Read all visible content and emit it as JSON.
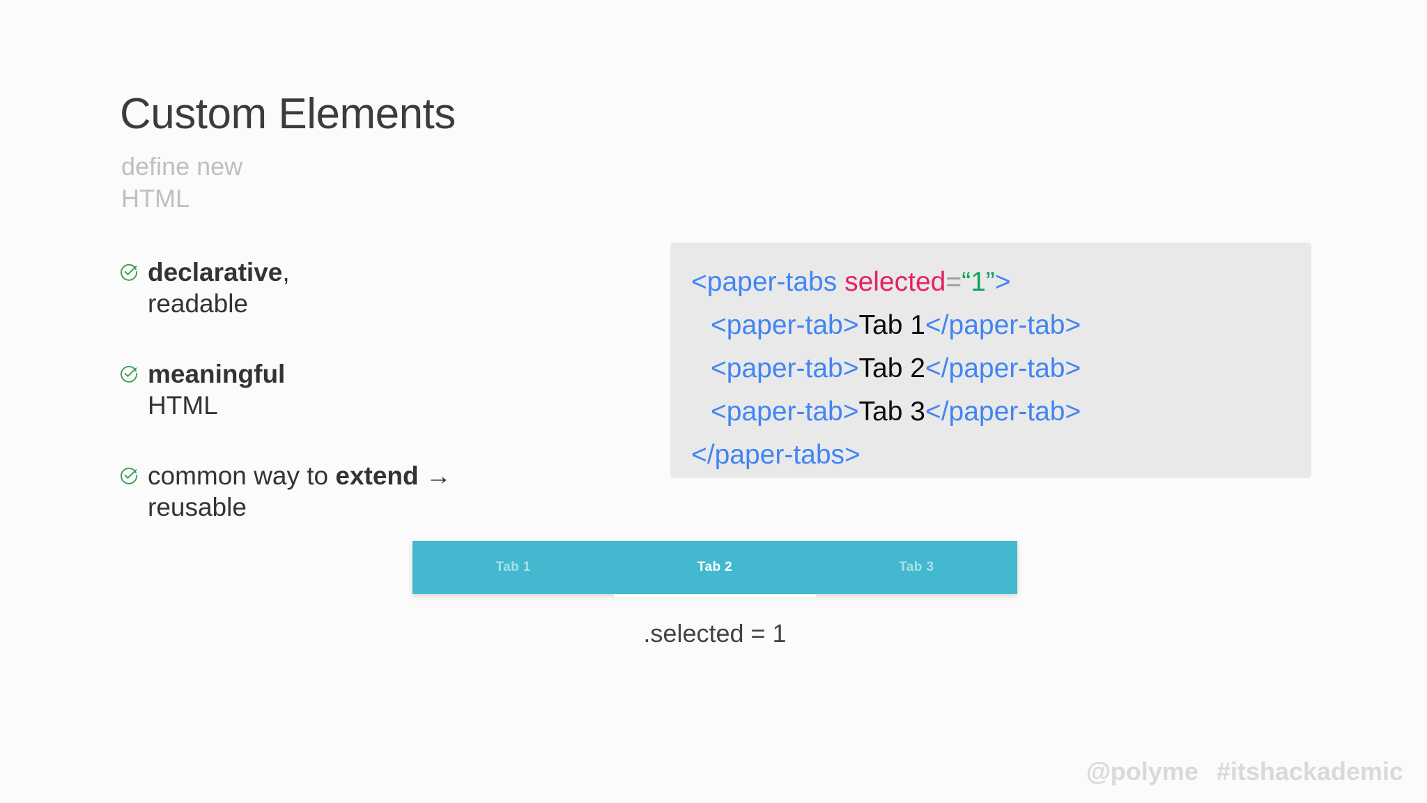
{
  "slide": {
    "title": "Custom Elements",
    "subtitle_lines": [
      "define new",
      "HTML"
    ],
    "bullets": [
      {
        "icon": "check-circle-icon",
        "lead": "declarative",
        "tail": ",",
        "line2": "readable"
      },
      {
        "icon": "check-circle-icon",
        "lead": "meaningful",
        "tail": "",
        "line2": "HTML"
      },
      {
        "icon": "check-circle-icon",
        "pre": "common way to ",
        "lead": "extend",
        "tail": " →",
        "line2": "reusable"
      }
    ]
  },
  "code_block": {
    "lines": [
      {
        "indent": false,
        "parts": [
          {
            "t": "tag",
            "s": "<paper-tabs "
          },
          {
            "t": "attr",
            "s": "selected"
          },
          {
            "t": "eq",
            "s": "="
          },
          {
            "t": "val",
            "s": "“1”"
          },
          {
            "t": "tag",
            "s": ">"
          }
        ]
      },
      {
        "indent": true,
        "parts": [
          {
            "t": "tag",
            "s": "<paper-tab>"
          },
          {
            "t": "txt",
            "s": "Tab 1"
          },
          {
            "t": "tag",
            "s": "</paper-tab>"
          }
        ]
      },
      {
        "indent": true,
        "parts": [
          {
            "t": "tag",
            "s": "<paper-tab>"
          },
          {
            "t": "txt",
            "s": "Tab 2"
          },
          {
            "t": "tag",
            "s": "</paper-tab>"
          }
        ]
      },
      {
        "indent": true,
        "parts": [
          {
            "t": "tag",
            "s": "<paper-tab>"
          },
          {
            "t": "txt",
            "s": "Tab 3"
          },
          {
            "t": "tag",
            "s": "</paper-tab>"
          }
        ]
      },
      {
        "indent": false,
        "parts": [
          {
            "t": "tag",
            "s": "</paper-tabs>"
          }
        ]
      }
    ]
  },
  "tabs_demo": {
    "tabs": [
      {
        "label": "Tab 1",
        "selected": false
      },
      {
        "label": "Tab 2",
        "selected": true
      },
      {
        "label": "Tab 3",
        "selected": false
      }
    ],
    "caption": ".selected = 1",
    "accent_color": "#43b8ce"
  },
  "footer": {
    "handle": "@polyme",
    "hashtag": "#itshackademic"
  },
  "colors": {
    "background": "#fbfbfb",
    "title": "#3c3c3c",
    "subtitle": "#bfbfbf",
    "bullet_text": "#333333",
    "check_green": "#3d9c4f",
    "code_bg": "#e9e9e9",
    "code_tag": "#4285f4",
    "code_attr": "#e8205f",
    "code_eq": "#9e9e9e",
    "code_value": "#12a05c",
    "code_text": "#0d0d0d",
    "tabs_accent": "#43b8ce",
    "footer": "#d9d9d9"
  }
}
